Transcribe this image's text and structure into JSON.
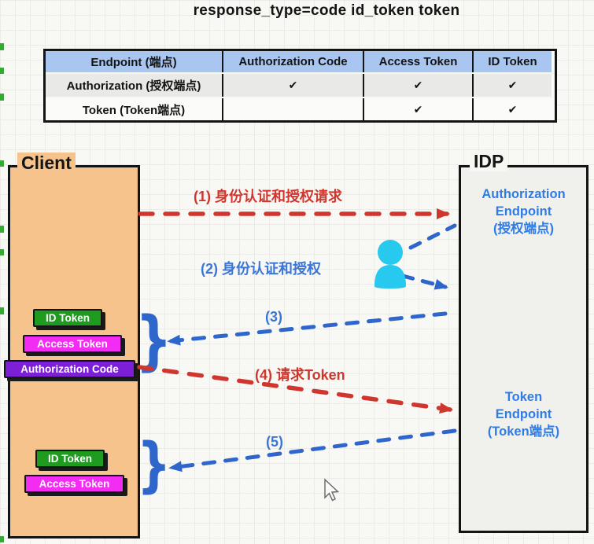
{
  "title": "response_type=code id_token token",
  "table": {
    "headers": [
      "Endpoint (端点)",
      "Authorization Code",
      "Access Token",
      "ID Token"
    ],
    "rows": [
      [
        "Authorization (授权端点)",
        "✔",
        "✔",
        "✔"
      ],
      [
        "Token (Token端点)",
        "",
        "✔",
        "✔"
      ]
    ]
  },
  "client": {
    "label": "Client",
    "badges": {
      "id_token": "ID Token",
      "access_token": "Access Token",
      "authorization_code": "Authorization Code"
    }
  },
  "idp": {
    "label": "IDP",
    "authorization_endpoint": "Authorization\nEndpoint\n(授权端点)",
    "token_endpoint": "Token\nEndpoint\n(Token端点)"
  },
  "steps": {
    "s1": "(1) 身份认证和授权请求",
    "s2": "(2) 身份认证和授权",
    "s3": "(3)",
    "s4": "(4) 请求Token",
    "s5": "(5)"
  },
  "brace_glyph": "}",
  "icons": {
    "user": "user-icon (cyan person silhouette)",
    "cursor": "mouse-cursor-arrow"
  },
  "colors": {
    "request_arrow_red": "#cf372e",
    "response_arrow_blue": "#2f66cc",
    "client_fill": "#f6c38c",
    "idp_fill": "#f0f0ed",
    "table_header_blue": "#a9c6f1",
    "badge_green": "#1f9c20",
    "badge_magenta": "#f32cf3",
    "badge_purple": "#7d1fd6",
    "person_cyan": "#27c9ee",
    "endpoint_text_blue": "#2e7ce6"
  }
}
